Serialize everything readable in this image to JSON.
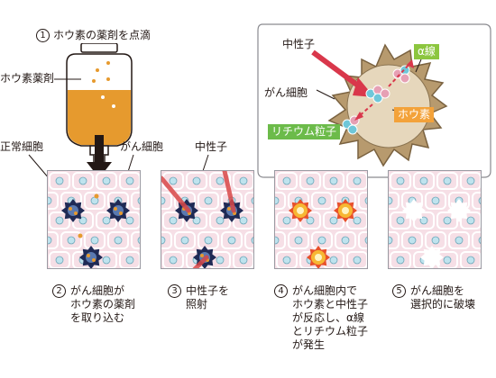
{
  "step1": {
    "num": "1",
    "label": "ホウ素の薬剤を点滴"
  },
  "labels": {
    "boron_drug": "ホウ素薬剤",
    "normal_cell": "正常細胞",
    "cancer_cell": "がん細胞",
    "neutron": "中性子"
  },
  "inset": {
    "neutron": "中性子",
    "cancer_cell": "がん細胞",
    "alpha": "α線",
    "boron": "ホウ素",
    "lithium": "リチウム粒子"
  },
  "captions": [
    {
      "num": "2",
      "text": "がん細胞が\nホウ素の薬剤\nを取り込む"
    },
    {
      "num": "3",
      "text": "中性子を\n照射"
    },
    {
      "num": "4",
      "text": "がん細胞内で\nホウ素と中性子\nが反応し、α線\nとリチウム粒子\nが発生"
    },
    {
      "num": "5",
      "text": "がん細胞を\n選択的に破壊"
    }
  ],
  "colors": {
    "cell_bg": "#f6dfe6",
    "cell_wall": "#ffffff",
    "nucleus": "#bfe3ee",
    "drug": "#e69a2e",
    "cancer": "#1f2a55",
    "neutron_beam": "#d94848",
    "alpha_tag": "#8cc63f",
    "boron_tag": "#f3a23a",
    "lithium_tag": "#6cbb4a",
    "arrow": "#231815"
  }
}
